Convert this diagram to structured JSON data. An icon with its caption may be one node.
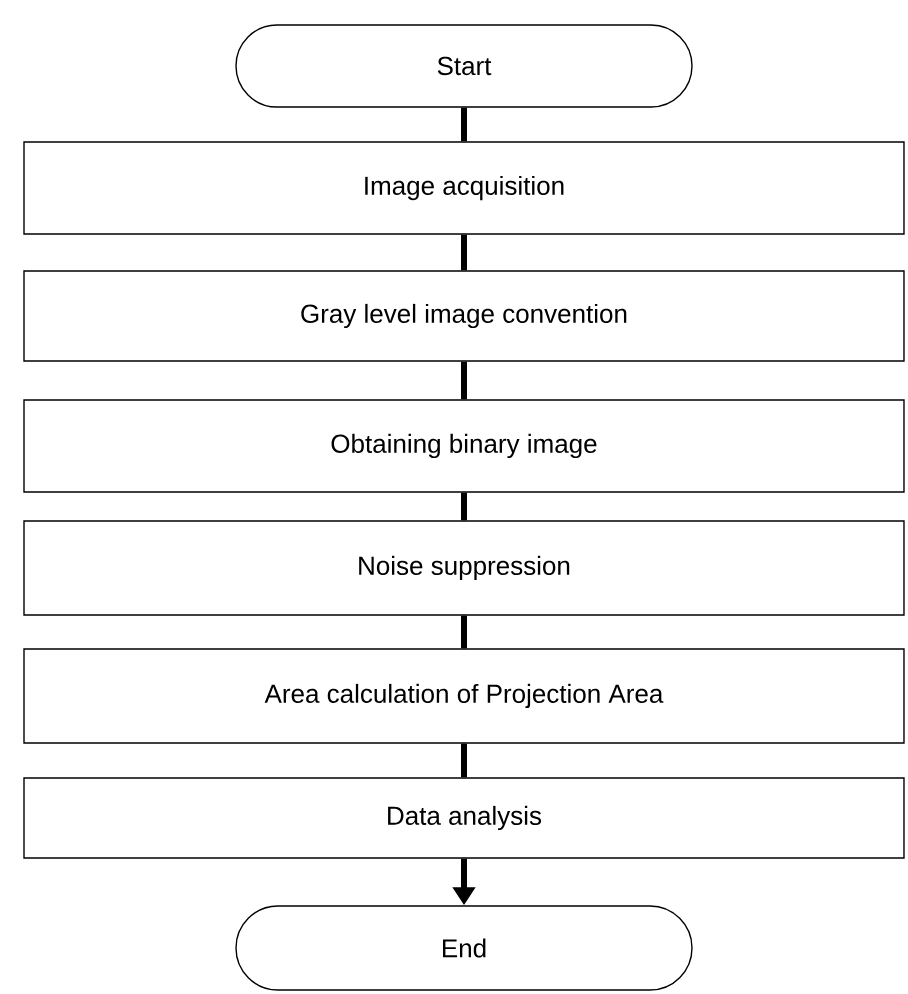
{
  "diagram": {
    "nodes": [
      {
        "text": [
          "Start"
        ]
      },
      {
        "text": [
          "Image acquisition"
        ]
      },
      {
        "text": [
          "Gray level image convention"
        ]
      },
      {
        "text": [
          "Obtaining binary image"
        ]
      },
      {
        "text": [
          "Noise suppression"
        ]
      },
      {
        "text": [
          "Area calculation of Projection Area"
        ]
      },
      {
        "text": [
          "Data analysis"
        ]
      },
      {
        "text": [
          "End"
        ]
      }
    ],
    "edges": [
      {
        "from": 0,
        "to": 1,
        "arrow": "none"
      },
      {
        "from": 1,
        "to": 2,
        "arrow": "none"
      },
      {
        "from": 2,
        "to": 3,
        "arrow": "none"
      },
      {
        "from": 3,
        "to": 4,
        "arrow": "none"
      },
      {
        "from": 4,
        "to": 5,
        "arrow": "none"
      },
      {
        "from": 5,
        "to": 6,
        "arrow": "none"
      },
      {
        "from": 6,
        "to": 7,
        "arrow": "to"
      }
    ]
  }
}
